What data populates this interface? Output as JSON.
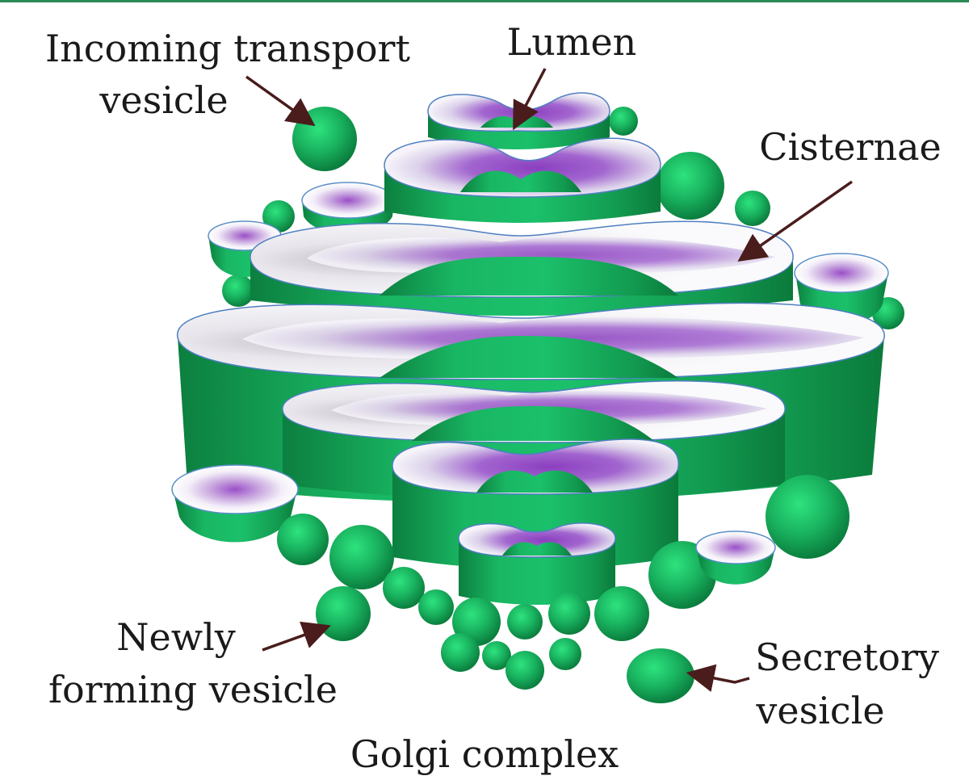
{
  "diagram": {
    "title": "Golgi complex",
    "labels": {
      "incoming_line1": "Incoming transport",
      "incoming_line2": "vesicle",
      "lumen": "Lumen",
      "cisternae": "Cisternae",
      "newly_line1": "Newly",
      "newly_line2": "forming vesicle",
      "secretory_line1": "Secretory",
      "secretory_line2": "vesicle"
    },
    "colors": {
      "membrane": "#1fb866",
      "membrane_dark": "#0e8a45",
      "lumen_fill": "#9a52c4",
      "lumen_rim": "#f4f2f8",
      "arrow": "#4a1c1c",
      "top_rule": "#2c8a55"
    }
  }
}
